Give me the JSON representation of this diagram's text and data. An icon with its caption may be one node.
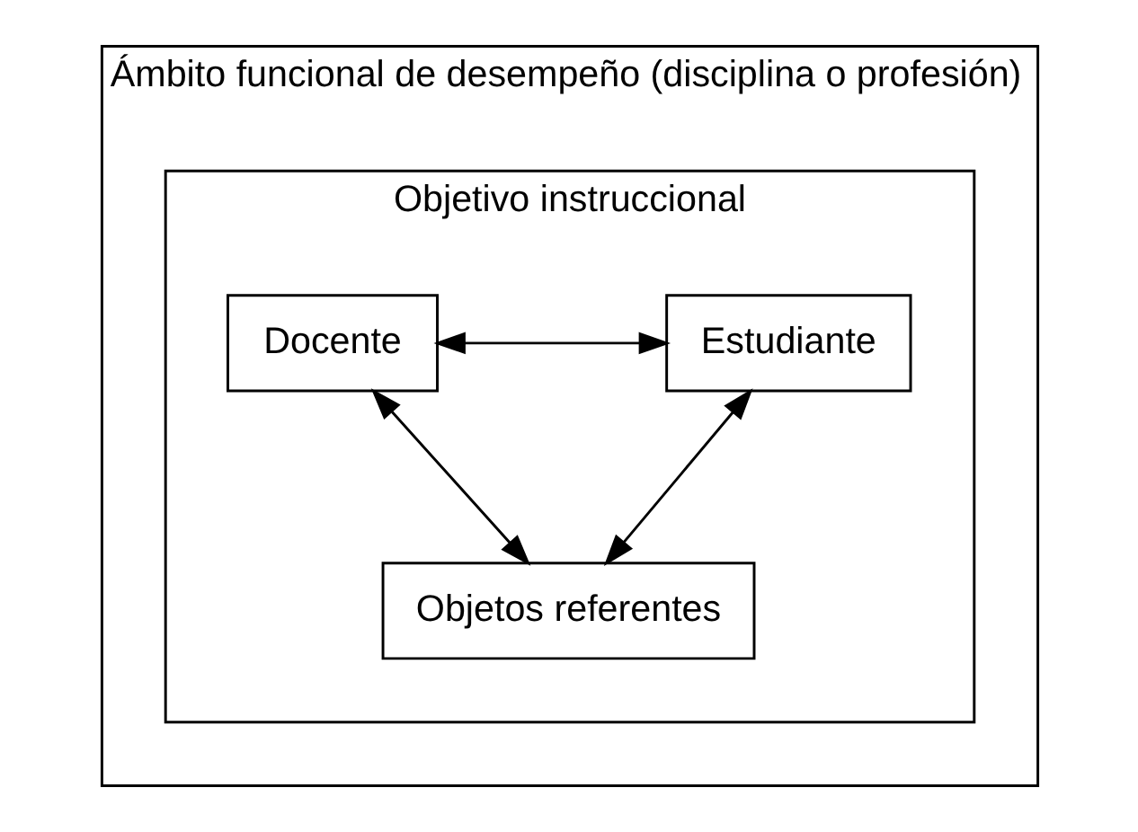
{
  "diagram": {
    "nodes": [
      {
        "text": [
          "Ámbito funcional de desempeño (disciplina o profesión)"
        ]
      },
      {
        "text": [
          "Objetivo instruccional"
        ],
        "in": 0
      },
      {
        "text": [
          "Docente"
        ],
        "in": 1
      },
      {
        "text": [
          "Estudiante"
        ],
        "in": 1
      },
      {
        "text": [
          "Objetos referentes"
        ],
        "in": 1
      }
    ],
    "edges": [
      {
        "from": 2,
        "to": 3,
        "arrow": "both"
      },
      {
        "from": 2,
        "to": 4,
        "arrow": "both"
      },
      {
        "from": 3,
        "to": 4,
        "arrow": "both"
      }
    ]
  }
}
